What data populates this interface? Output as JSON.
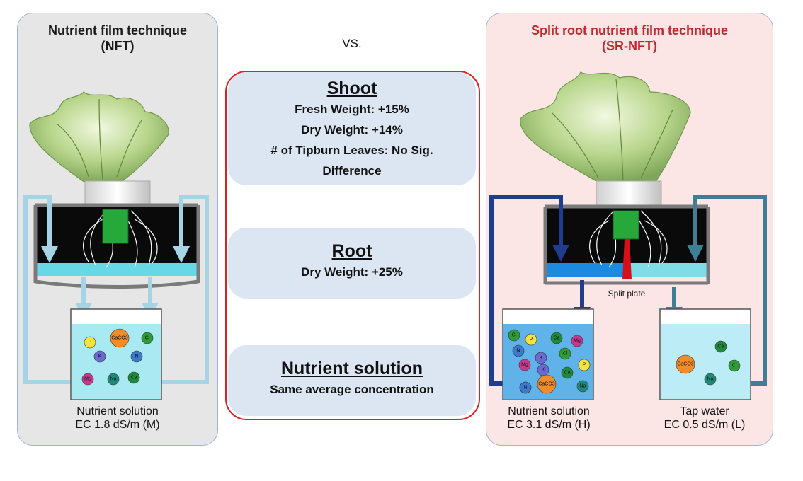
{
  "left": {
    "title_line1": "Nutrient film technique",
    "title_line2": "(NFT)",
    "caption_line1": "Nutrient solution",
    "caption_line2": "EC 1.8 dS/m (M)",
    "ions": [
      "CaCO3",
      "P",
      "Cl",
      "K",
      "N",
      "Mg",
      "Na",
      "Ca"
    ]
  },
  "vs": "VS.",
  "summary": {
    "shoot": {
      "heading": "Shoot",
      "lines": [
        "Fresh Weight: +15%",
        "Dry Weight: +14%",
        "# of Tipburn Leaves: No Sig.",
        "Difference"
      ]
    },
    "root": {
      "heading": "Root",
      "lines": [
        "Dry Weight: +25%"
      ]
    },
    "nutrient": {
      "heading": "Nutrient solution",
      "lines": [
        "Same average concentration"
      ]
    }
  },
  "right": {
    "title_line1": "Split root nutrient film technique",
    "title_line2": "(SR-NFT)",
    "split_label": "Split plate",
    "high_caption_line1": "Nutrient solution",
    "high_caption_line2": "EC 3.1 dS/m (H)",
    "low_caption_line1": "Tap water",
    "low_caption_line2": "EC 0.5 dS/m (L)",
    "high_ions": [
      "Cl",
      "P",
      "Ca",
      "Mg",
      "N",
      "K",
      "Cl",
      "Mg",
      "K",
      "Ca",
      "P",
      "K",
      "CaCO3",
      "Na",
      "N"
    ],
    "low_ions": [
      "Ca",
      "CaCO3",
      "Cl",
      "Na"
    ]
  },
  "colors": {
    "title_right": "#c0282d",
    "summary_border": "#e02020",
    "card_fill": "#dce6f2",
    "nft_pipe": "#a6d4e4",
    "high_pipe": "#1f3d8c",
    "low_pipe": "#3f7f94"
  }
}
